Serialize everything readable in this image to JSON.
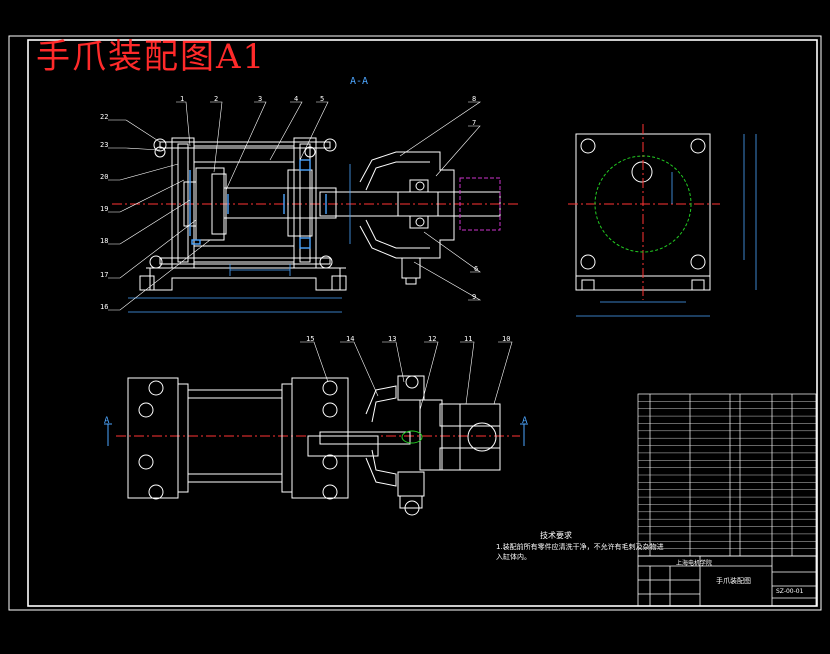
{
  "title": "手爪装配图A1",
  "section_label": "A-A",
  "section_mark": "A",
  "part_numbers_top": [
    "1",
    "2",
    "3",
    "4",
    "5",
    "8",
    "7",
    "6",
    "9"
  ],
  "part_numbers_left": [
    "22",
    "23",
    "20",
    "19",
    "18",
    "17",
    "16"
  ],
  "part_numbers_bottom": [
    "15",
    "14",
    "13",
    "12",
    "11",
    "10"
  ],
  "technical_requirements": {
    "heading": "技术要求",
    "line1": "1.装配前所有零件应清洗干净，不允许有毛刺及杂物进入缸体内。"
  },
  "title_block": {
    "school": "上海电机学院",
    "drawing_name": "手爪装配图",
    "drawing_no": "SZ-00-01"
  },
  "colors": {
    "background": "#000000",
    "frame": "#ffffff",
    "centerline": "#ff3333",
    "dimension": "#4da6ff",
    "hidden": "#cc33cc",
    "circle_green": "#22cc22",
    "title": "#ff2a2a",
    "part": "#ffffff"
  }
}
